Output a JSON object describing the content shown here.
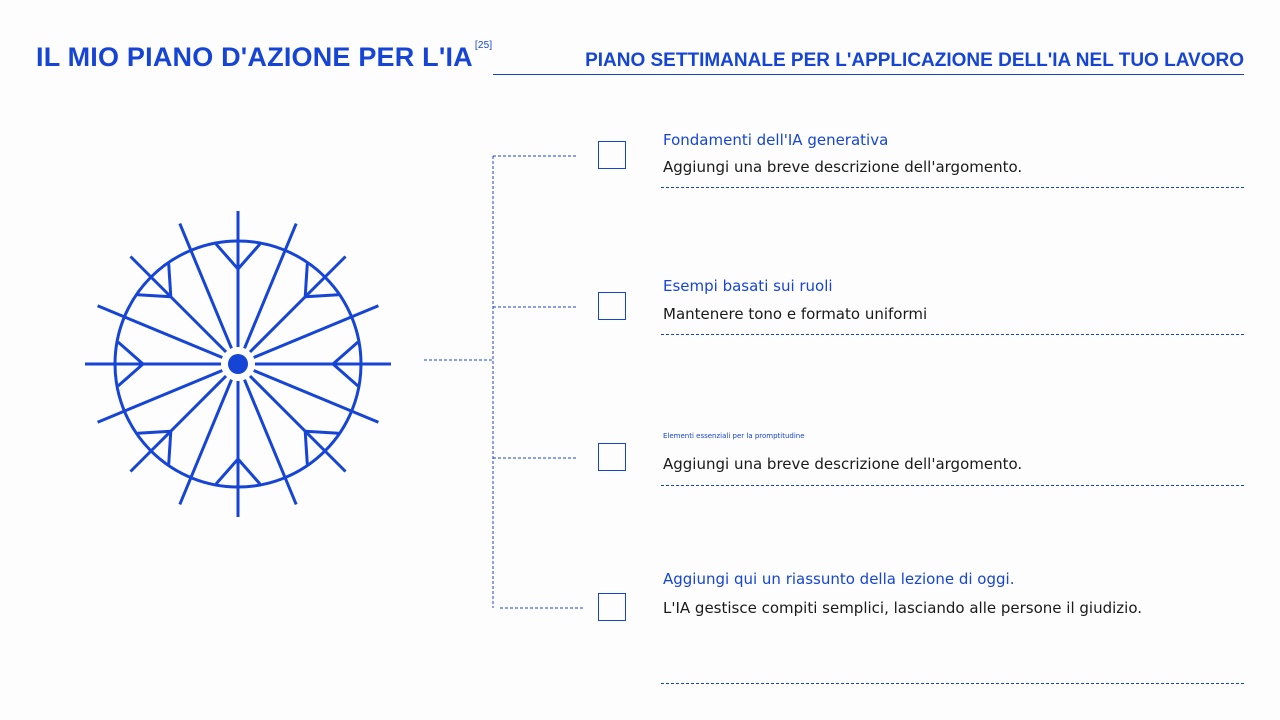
{
  "header": {
    "title": "IL MIO PIANO D'AZIONE PER L'IA",
    "title_ref": "[25]",
    "subtitle": "PIANO SETTIMANALE PER L'APPLICAZIONE DELL'IA NEL TUO LAVORO"
  },
  "items": [
    {
      "title": "Fondamenti dell'IA generativa",
      "description": "Aggiungi una breve descrizione dell'argomento.",
      "checked": false
    },
    {
      "title": "Esempi basati sui ruoli",
      "description": "Mantenere tono e formato uniformi",
      "checked": false
    },
    {
      "title": "Elementi essenziali per la promptitudine",
      "description": "Aggiungi una breve descrizione dell'argomento.",
      "checked": false
    },
    {
      "title": "Aggiungi qui un riassunto della lezione di oggi.",
      "description": "L'IA gestisce compiti semplici, lasciando alle persone il giudizio.",
      "checked": false
    }
  ],
  "colors": {
    "accent": "#1645d6",
    "text": "#1a1a1a",
    "background": "#fdfdfd"
  },
  "icons": {
    "illustration": "compass-wheel-icon"
  }
}
